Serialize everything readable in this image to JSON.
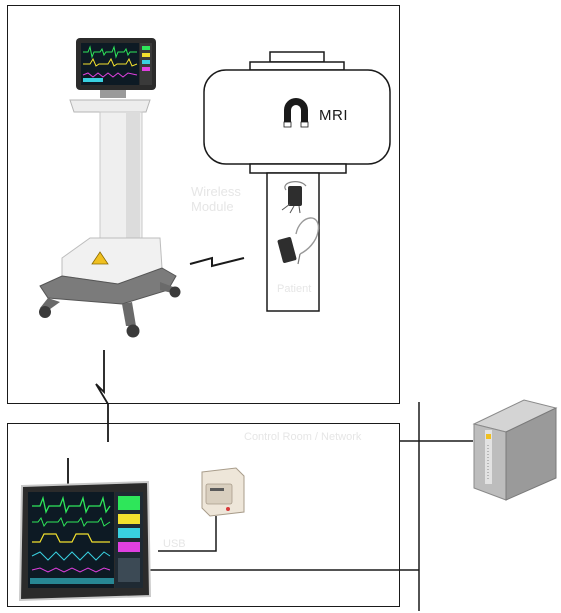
{
  "mri_room": {
    "mri_label": "MRI",
    "wireless_module_label": "Wireless\nModule",
    "patient_label": "Patient"
  },
  "control_room": {
    "label": "Control Room / Network",
    "printer_label": "USB"
  },
  "icons": {
    "magnet": "horseshoe-magnet-icon",
    "lightning": "wireless-link-icon",
    "server": "server-tower-icon"
  },
  "colors": {
    "line": "#1a1a1a",
    "monitor_bezel": "#2b2b2b",
    "screen_bg": "#0d1a24",
    "trace_green": "#2ee65a",
    "trace_yellow": "#f2e02e",
    "trace_cyan": "#39d0e0",
    "trace_magenta": "#e040e0"
  }
}
